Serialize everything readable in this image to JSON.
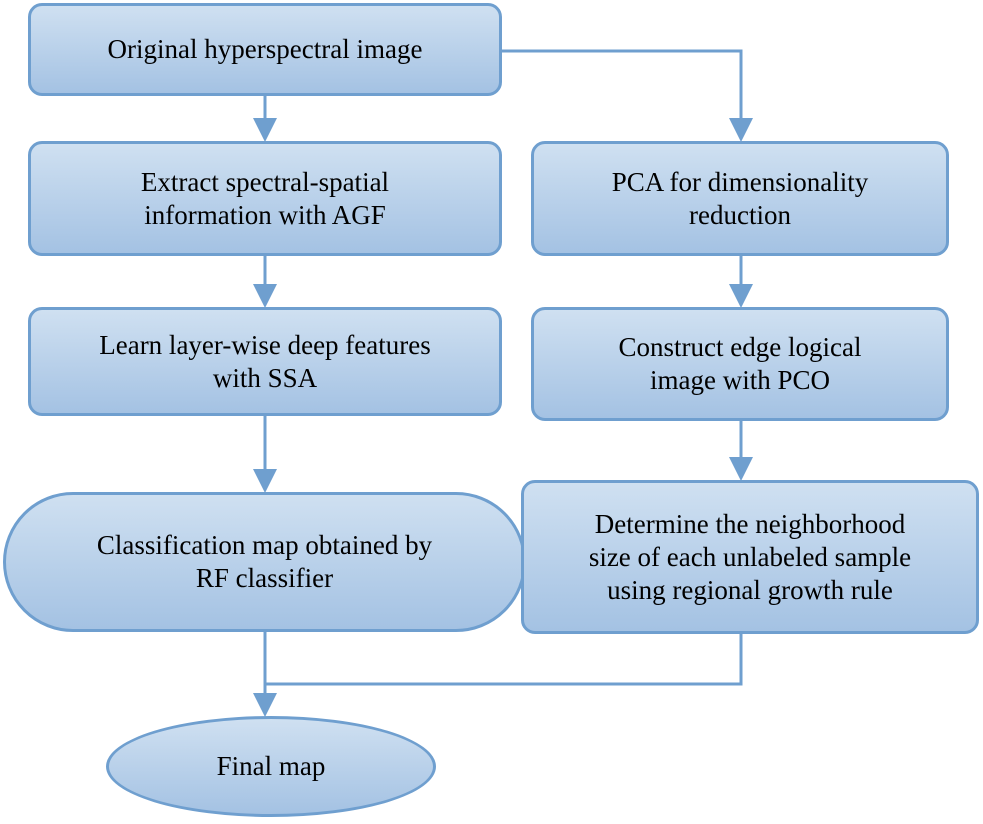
{
  "diagram": {
    "nodes": {
      "original": "Original hyperspectral image",
      "extract": "Extract spectral-spatial\ninformation with AGF",
      "pca": "PCA for dimensionality\nreduction",
      "learn": "Learn layer-wise deep features\nwith SSA",
      "construct": "Construct edge logical\nimage with PCO",
      "classification": "Classification map obtained by\nRF classifier",
      "determine": "Determine the neighborhood\nsize of each unlabeled sample\nusing regional growth rule",
      "final": "Final map"
    },
    "colors": {
      "node_fill_top": "#cfe0f1",
      "node_fill_bottom": "#a4c2e3",
      "node_border": "#6f9fcf",
      "connector": "#6f9fcf"
    }
  }
}
